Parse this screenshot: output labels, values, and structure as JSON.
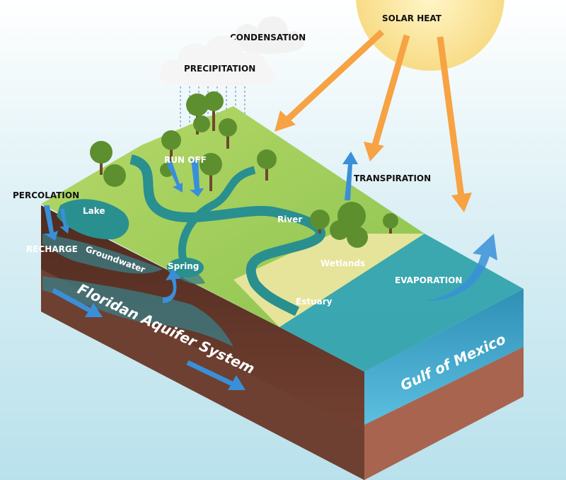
{
  "labels": {
    "solar_heat": "SOLAR HEAT",
    "condensation": "CONDENSATION",
    "precipitation": "PRECIPITATION",
    "run_off": "RUN OFF",
    "transpiration": "TRANSPIRATION",
    "percolation": "PERCOLATION",
    "lake": "Lake",
    "recharge": "RECHARGE",
    "groundwater": "Groundwater",
    "spring": "Spring",
    "river": "River",
    "wetlands": "Wetlands",
    "estuary": "Estuary",
    "evaporation": "EVAPORATION",
    "aquifer": "Floridan Aquifer System",
    "gulf": "Gulf of Mexico"
  },
  "colors": {
    "sun": "#fbe79a",
    "arrow_orange": "#f7a243",
    "arrow_blue": "#3a8fd8",
    "land": "#9ccc5a",
    "sand": "#e6e49a",
    "water": "#2a8f8f",
    "soil_dark": "#5a3325",
    "soil_light": "#a8644e",
    "gulf": "#3fa7c9"
  }
}
